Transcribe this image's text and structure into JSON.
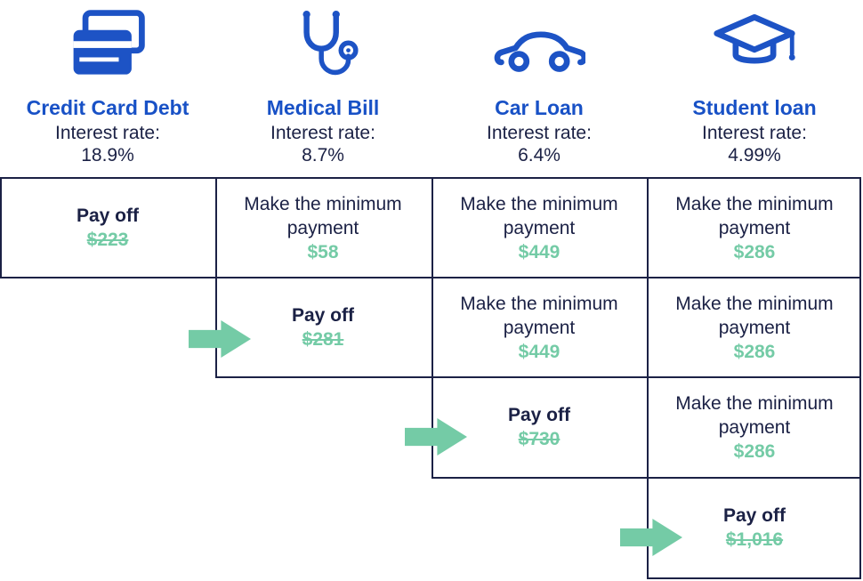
{
  "colors": {
    "accent_blue": "#1851C6",
    "icon_blue": "#1D53C5",
    "text_navy": "#1B2145",
    "teal": "#74CBA6"
  },
  "columns": [
    {
      "title": "Credit Card Debt",
      "interest_label": "Interest rate:",
      "rate": "18.9%",
      "icon": "credit-card-icon"
    },
    {
      "title": "Medical Bill",
      "interest_label": "Interest rate:",
      "rate": "8.7%",
      "icon": "stethoscope-icon"
    },
    {
      "title": "Car Loan",
      "interest_label": "Interest rate:",
      "rate": "6.4%",
      "icon": "car-icon"
    },
    {
      "title": "Student loan",
      "interest_label": "Interest rate:",
      "rate": "4.99%",
      "icon": "graduation-cap-icon"
    }
  ],
  "cells": {
    "r1c1": {
      "label": "Pay off",
      "amount": "$223"
    },
    "r1c2": {
      "label": "Make the minimum payment",
      "amount": "$58"
    },
    "r1c3": {
      "label": "Make the minimum payment",
      "amount": "$449"
    },
    "r1c4": {
      "label": "Make the minimum payment",
      "amount": "$286"
    },
    "r2c2": {
      "label": "Pay off",
      "amount": "$281"
    },
    "r2c3": {
      "label": "Make the minimum payment",
      "amount": "$449"
    },
    "r2c4": {
      "label": "Make the minimum payment",
      "amount": "$286"
    },
    "r3c3": {
      "label": "Pay off",
      "amount": "$730"
    },
    "r3c4": {
      "label": "Make the minimum payment",
      "amount": "$286"
    },
    "r4c4": {
      "label": "Pay off",
      "amount": "$1,016"
    }
  },
  "arrows": [
    "arrow-right-icon",
    "arrow-right-icon",
    "arrow-right-icon"
  ]
}
